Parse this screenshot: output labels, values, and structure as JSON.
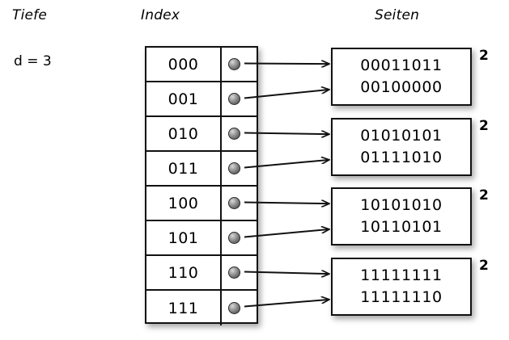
{
  "diagram": {
    "title_columns": {
      "depth": "Tiefe",
      "index": "Index",
      "pages": "Seiten"
    },
    "depth": {
      "label": "d = 3",
      "value": 3
    },
    "index_table": {
      "rows": [
        {
          "key": "000",
          "pointer": "pointer-dot",
          "target_page": 0
        },
        {
          "key": "001",
          "pointer": "pointer-dot",
          "target_page": 0
        },
        {
          "key": "010",
          "pointer": "pointer-dot",
          "target_page": 1
        },
        {
          "key": "011",
          "pointer": "pointer-dot",
          "target_page": 1
        },
        {
          "key": "100",
          "pointer": "pointer-dot",
          "target_page": 2
        },
        {
          "key": "101",
          "pointer": "pointer-dot",
          "target_page": 2
        },
        {
          "key": "110",
          "pointer": "pointer-dot",
          "target_page": 3
        },
        {
          "key": "111",
          "pointer": "pointer-dot",
          "target_page": 3
        }
      ]
    },
    "pages": [
      {
        "line1": "00011011",
        "line2": "00100000",
        "local_depth": "2"
      },
      {
        "line1": "01010101",
        "line2": "01111010",
        "local_depth": "2"
      },
      {
        "line1": "10101010",
        "line2": "10110101",
        "local_depth": "2"
      },
      {
        "line1": "11111111",
        "line2": "11111110",
        "local_depth": "2"
      }
    ],
    "colors": {
      "background": "#ffffff",
      "stroke": "#111111",
      "text": "#000000",
      "pointer_dot": "#6d6d6d"
    }
  }
}
